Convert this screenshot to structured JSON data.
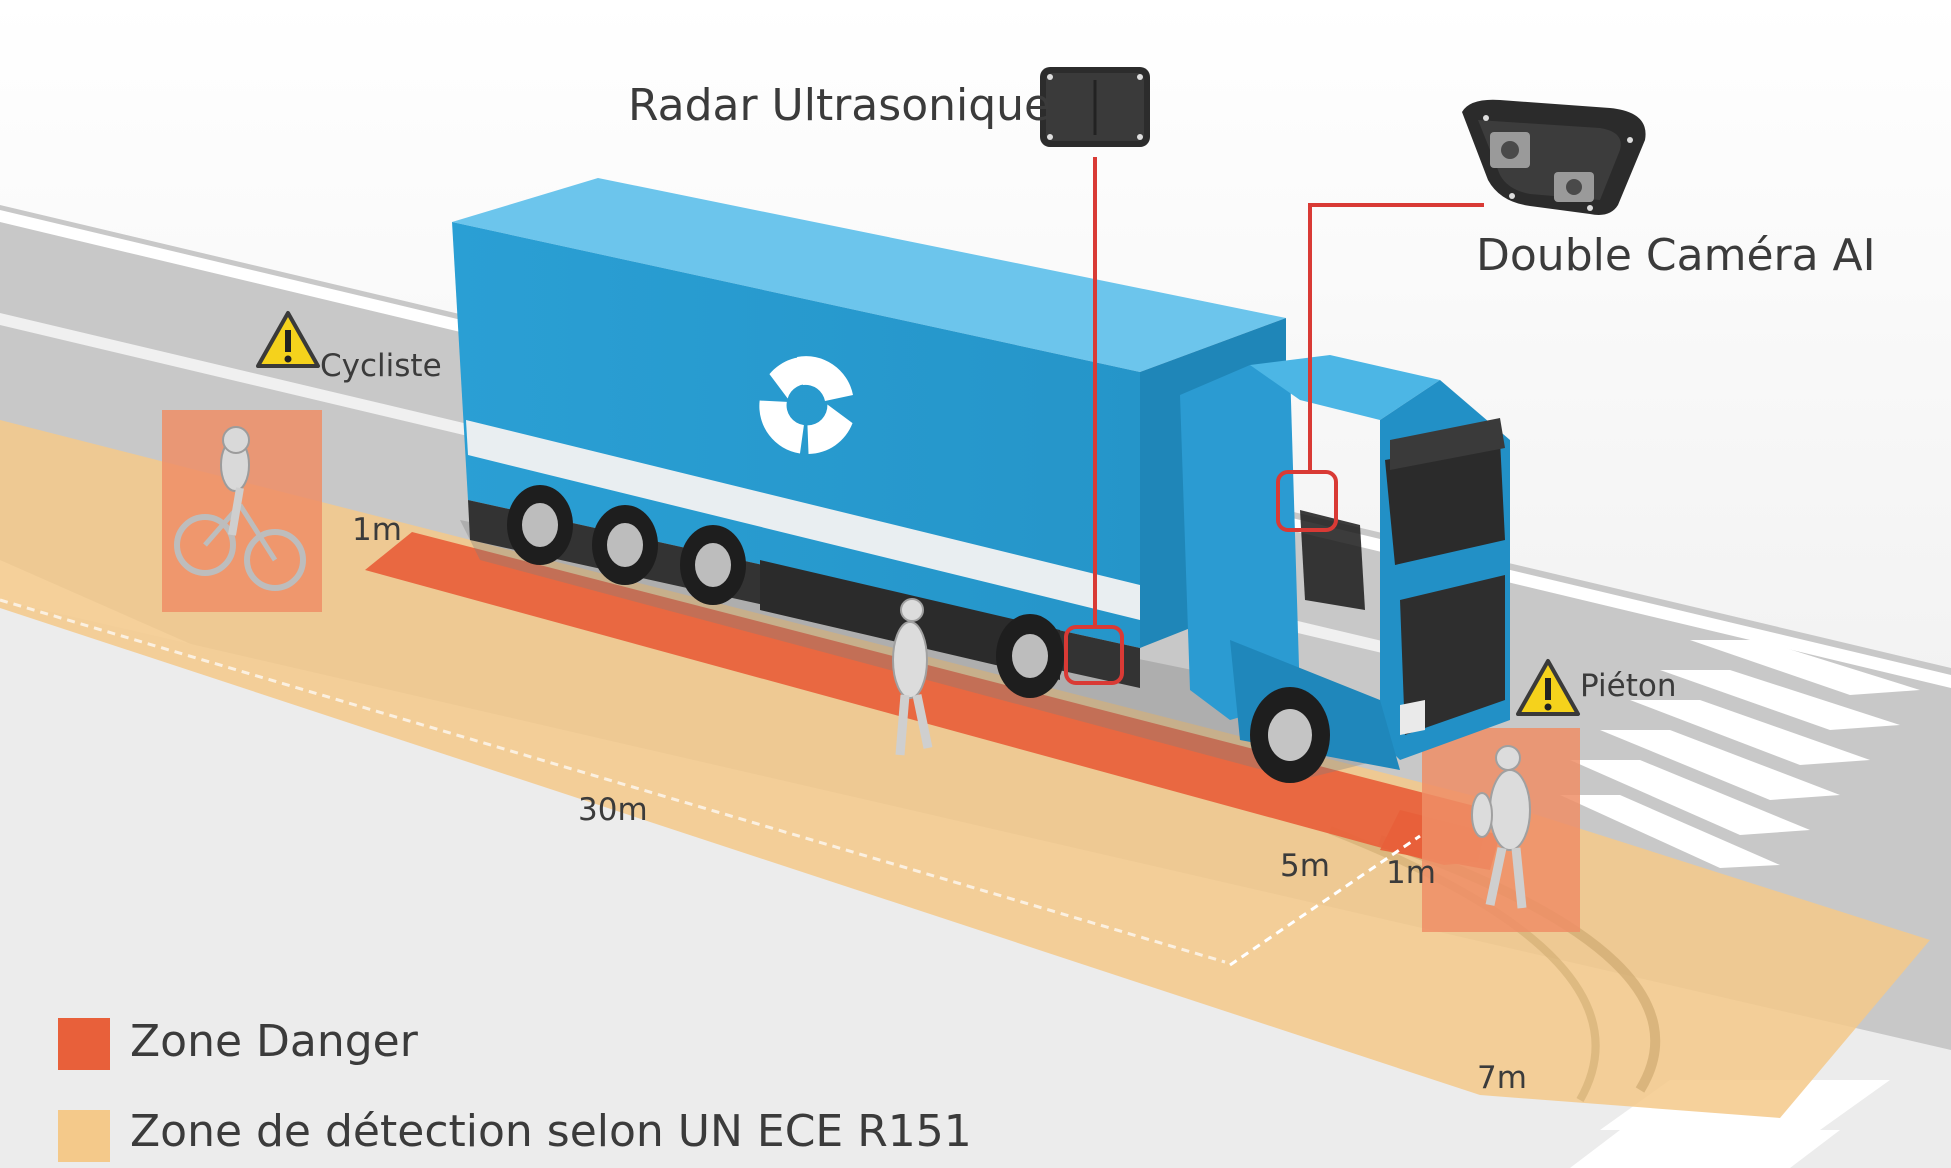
{
  "callouts": {
    "radar_label": "Radar Ultrasonique",
    "camera_label": "Double Caméra AI"
  },
  "warnings": {
    "cyclist_label": "Cycliste",
    "pedestrian_label": "Piéton"
  },
  "distances": {
    "cyclist_zone_width": "1m",
    "side_length": "30m",
    "front_depth": "5m",
    "front_danger_width": "1m",
    "front_detection_width": "7m"
  },
  "legend": {
    "danger_label": "Zone Danger",
    "detection_label": "Zone de détection selon UN ECE R151"
  },
  "colors": {
    "danger_zone": "#e8603a",
    "detection_zone": "#f4c98a",
    "truck_body": "#2aa3d8",
    "callout_line": "#d93a35",
    "warning_yellow": "#f5d21c"
  },
  "icons": [
    "warning-triangle-icon",
    "radar-sensor-icon",
    "ai-camera-icon"
  ]
}
